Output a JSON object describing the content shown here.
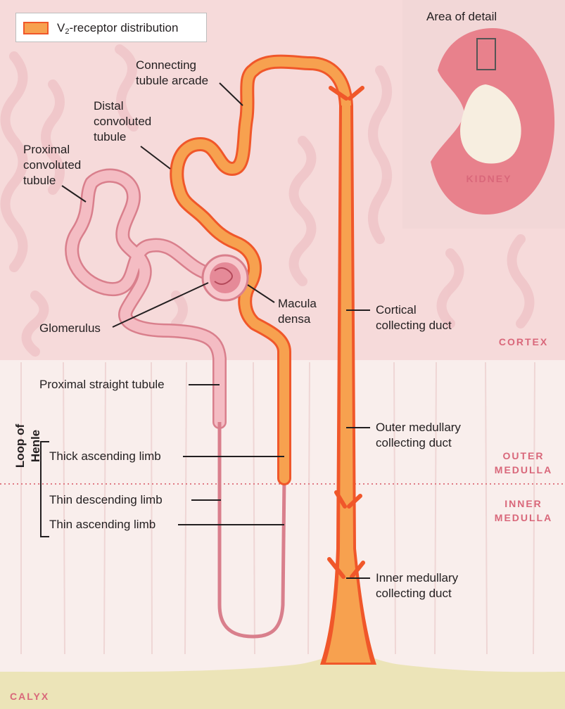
{
  "legend": {
    "text_before_sub": "V",
    "subscript": "2",
    "text_after_sub": "-receptor distribution"
  },
  "inset": {
    "title": "Area of detail",
    "kidney_label": "KIDNEY"
  },
  "zones": {
    "cortex": "CORTEX",
    "outer_medulla": "OUTER\nMEDULLA",
    "inner_medulla": "INNER\nMEDULLA",
    "calyx": "CALYX"
  },
  "labels": {
    "connecting_tubule_arcade": "Connecting\ntubule arcade",
    "distal_convoluted_tubule": "Distal\nconvoluted\ntubule",
    "proximal_convoluted_tubule": "Proximal\nconvoluted\ntubule",
    "glomerulus": "Glomerulus",
    "macula_densa": "Macula\ndensa",
    "cortical_collecting_duct": "Cortical\ncollecting duct",
    "proximal_straight_tubule": "Proximal straight tubule",
    "outer_medullary_collecting_duct": "Outer medullary\ncollecting duct",
    "thick_ascending_limb": "Thick ascending limb",
    "thin_descending_limb": "Thin descending limb",
    "thin_ascending_limb": "Thin ascending limb",
    "inner_medullary_collecting_duct": "Inner medullary\ncollecting duct",
    "loop_of_henle": "Loop of Henle"
  },
  "colors": {
    "v2_fill": "#f7a14f",
    "v2_stroke": "#f0572a",
    "cortex_bg": "#f6dada",
    "medulla_bg": "#f9eeec",
    "tubule_pink": "#f4bcc3",
    "tubule_pink_stroke": "#d97f8c",
    "zone_text": "#d9677a",
    "calyx": "#ece4b8"
  }
}
